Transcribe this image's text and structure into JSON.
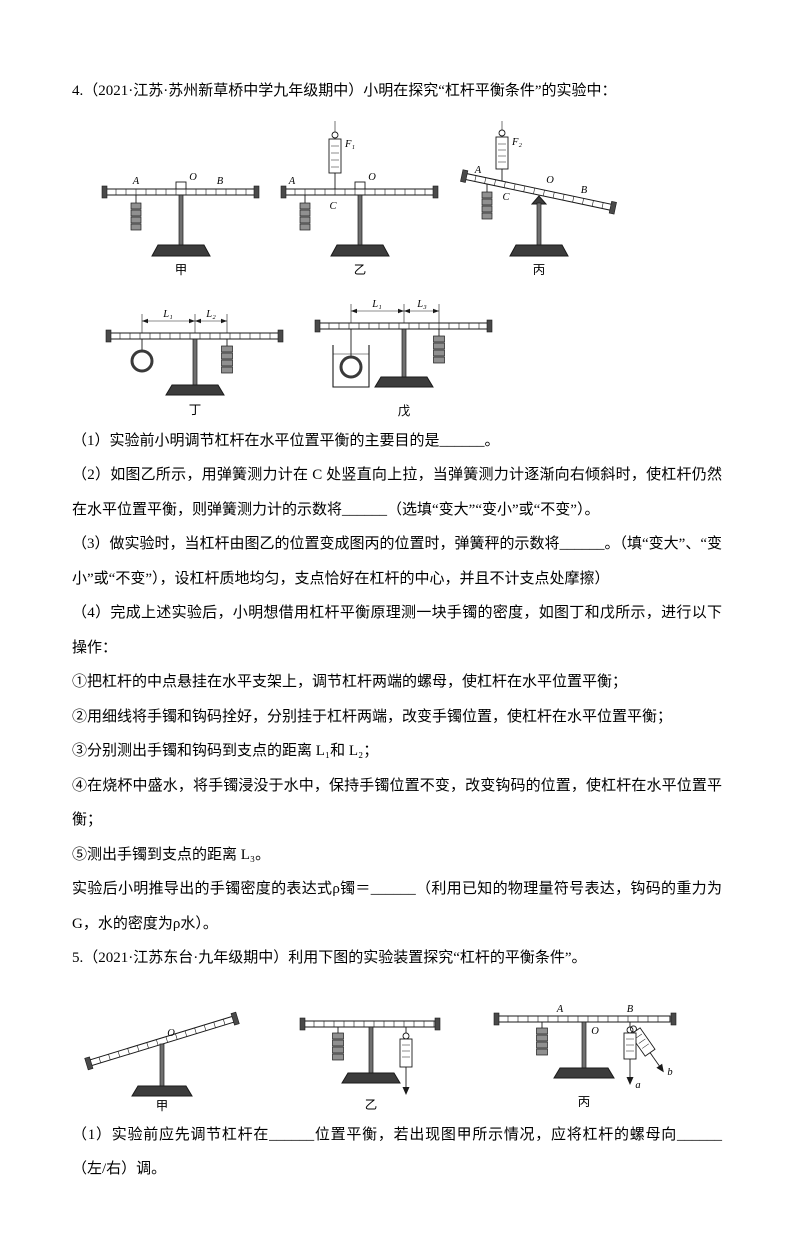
{
  "q4": {
    "stem": "4.（2021·江苏·苏州新草桥中学九年级期中）小明在探究“杠杆平衡条件”的实验中：",
    "part1": "（1）实验前小明调节杠杆在水平位置平衡的主要目的是______。",
    "part2": "（2）如图乙所示，用弹簧测力计在 C 处竖直向上拉，当弹簧测力计逐渐向右倾斜时，使杠杆仍然在水平位置平衡，则弹簧测力计的示数将______（选填“变大”“变小”或“不变”）。",
    "part3": "（3）做实验时，当杠杆由图乙的位置变成图丙的位置时，弹簧秤的示数将______。（填“变大”、“变小”或“不变”），设杠杆质地均匀，支点恰好在杠杆的中心，并且不计支点处摩擦）",
    "part4": "（4）完成上述实验后，小明想借用杠杆平衡原理测一块手镯的密度，如图丁和戊所示，进行以下操作：",
    "step1": "①把杠杆的中点悬挂在水平支架上，调节杠杆两端的螺母，使杠杆在水平位置平衡；",
    "step2": "②用细线将手镯和钩码拴好，分别挂于杠杆两端，改变手镯位置，使杠杆在水平位置平衡；",
    "step3": "③分别测出手镯和钩码到支点的距离 L₁和 L₂；",
    "step4": "④在烧杯中盛水，将手镯浸没于水中，保持手镯位置不变，改变钩码的位置，使杠杆在水平位置平衡；",
    "step5": "⑤测出手镯到支点的距离 L₃。",
    "conclusion": "实验后小明推导出的手镯密度的表达式ρ镯＝______（利用已知的物理量符号表达，钩码的重力为 G，水的密度为ρ水）。",
    "fig": {
      "jia": "甲",
      "yi": "乙",
      "bing": "丙",
      "ding": "丁",
      "wu": "戊"
    },
    "marks": {
      "A": "A",
      "B": "B",
      "C": "C",
      "O": "O",
      "F1": "F₁",
      "F2": "F₂",
      "L1": "L₁",
      "L2": "L₂",
      "L3": "L₃"
    }
  },
  "q5": {
    "stem": "5.（2021·江苏东台·九年级期中）利用下图的实验装置探究“杠杆的平衡条件”。",
    "part1": "（1）实验前应先调节杠杆在______位置平衡，若出现图甲所示情况，应将杠杆的螺母向______（左/右）调。",
    "fig": {
      "jia": "甲",
      "yi": "乙",
      "bing": "丙"
    },
    "marks": {
      "A": "A",
      "B": "B",
      "O": "O",
      "a": "a",
      "b": "b"
    }
  }
}
